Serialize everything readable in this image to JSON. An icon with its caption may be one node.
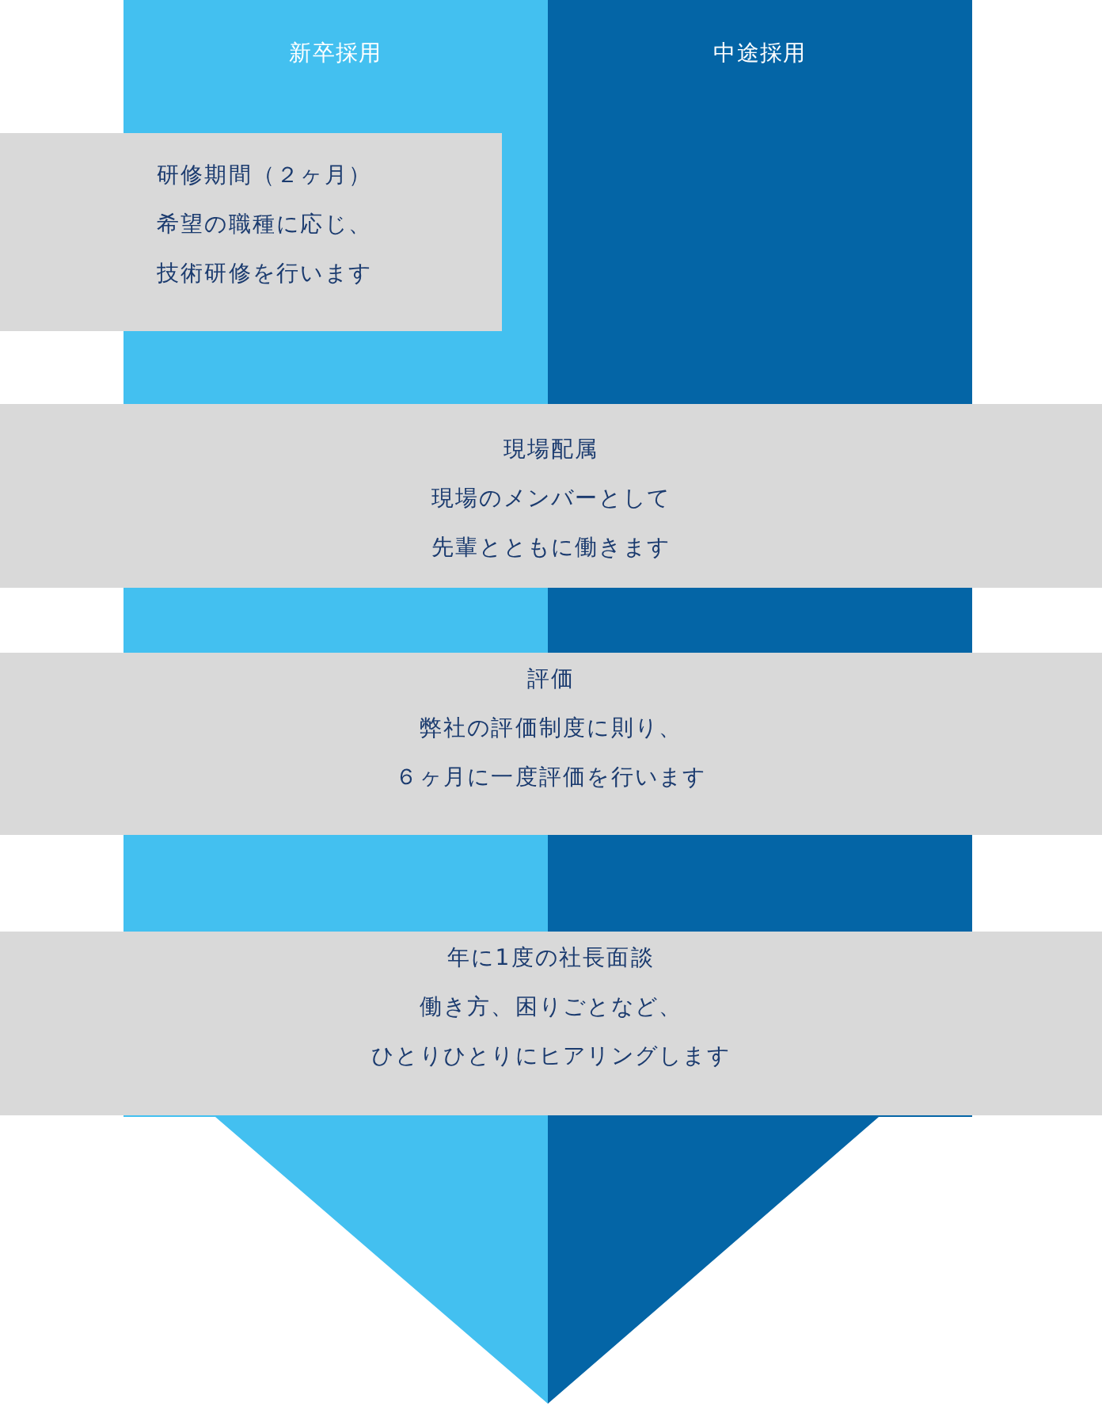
{
  "diagram": {
    "nodes": [
      {
        "text": [
          "新卒採用"
        ]
      },
      {
        "text": [
          "中途採用"
        ]
      },
      {
        "text": [
          "研修期間（２ヶ月）",
          "希望の職種に応じ、技術研修を行います"
        ]
      },
      {
        "text": [
          "現場配属",
          "現場のメンバーとして先輩とともに働きます"
        ]
      },
      {
        "text": [
          "評価",
          "弊社の評価制度に則り、６ヶ月に一度評価を行います"
        ]
      },
      {
        "text": [
          "年に1度の社長面談",
          "働き方、困りごとなど、ひとりひとりにヒアリングします"
        ]
      }
    ]
  }
}
